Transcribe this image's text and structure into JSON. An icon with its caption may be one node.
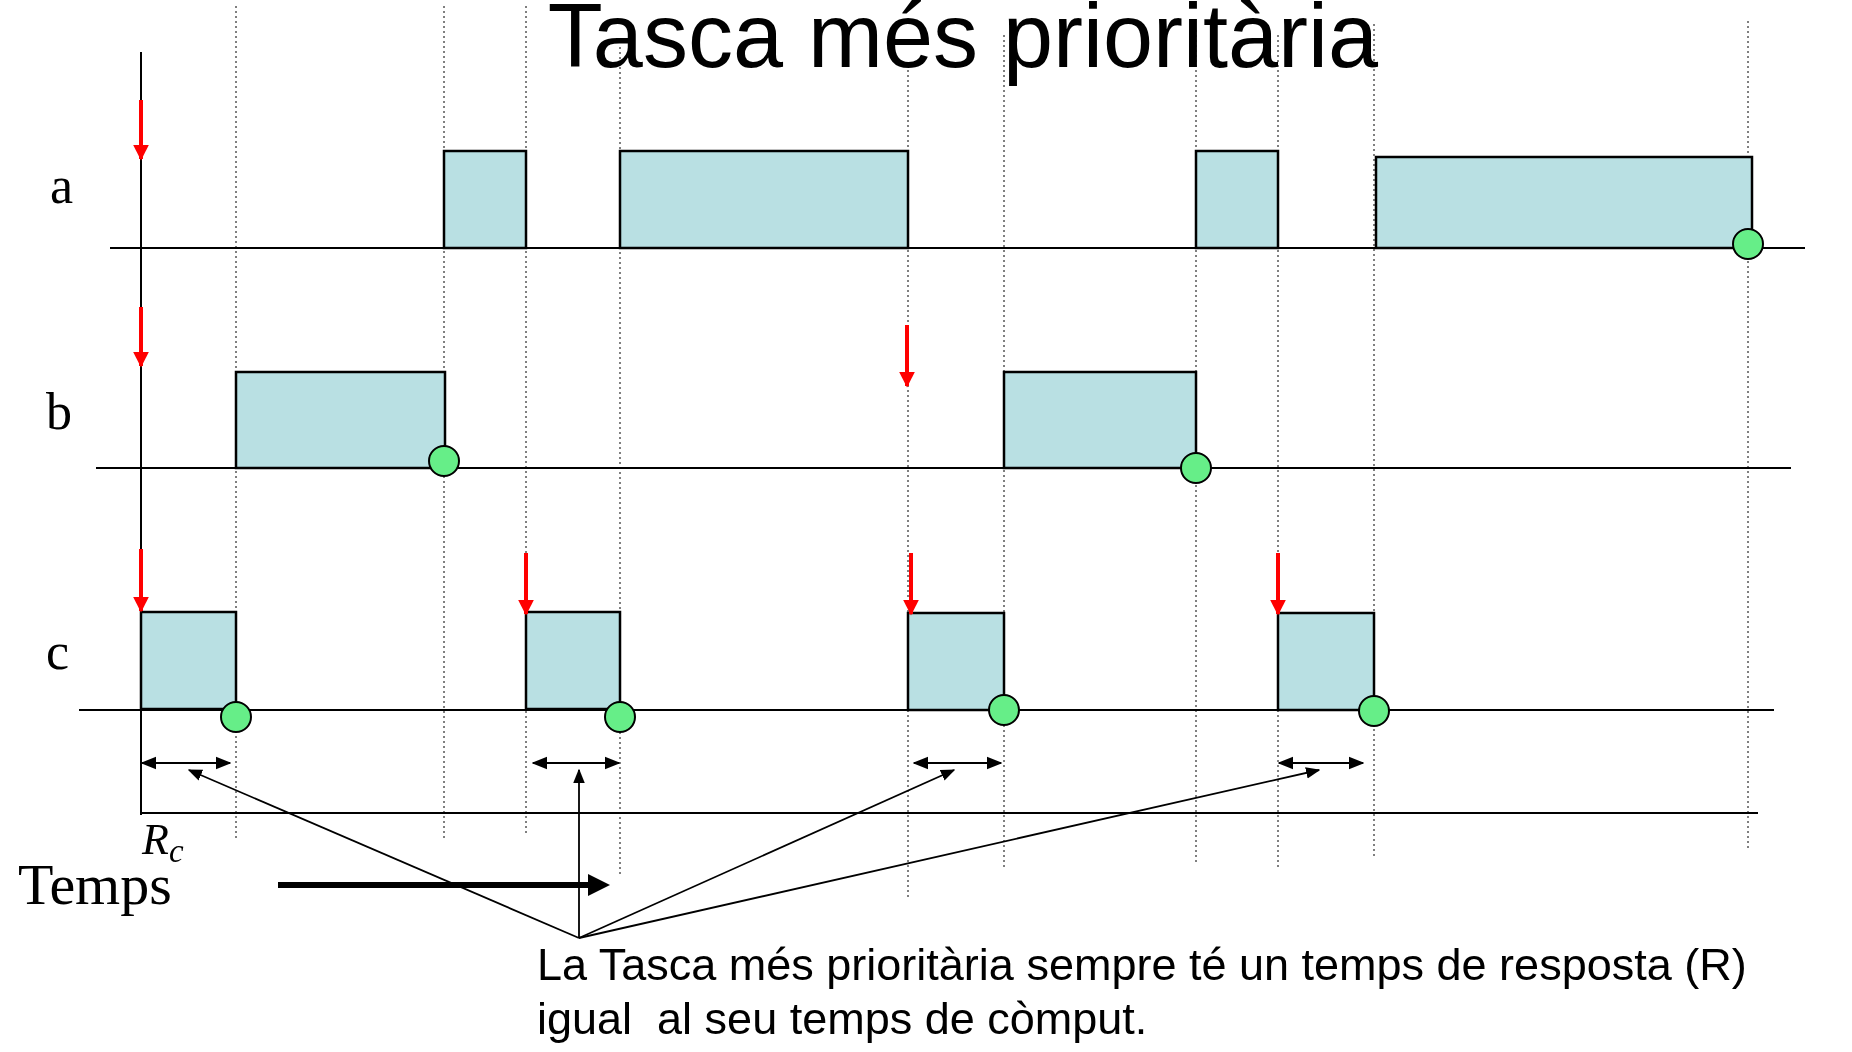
{
  "diagram": {
    "title": "Tasca més prioritària",
    "nodes": [
      {
        "text": [
          "La Tasca més prioritària sempre té un temps de resposta (R) igual  al seu temps de còmput."
        ]
      },
      {
        "text": [],
        "shape": "line"
      },
      {
        "text": [],
        "shape": "line"
      },
      {
        "text": [],
        "shape": "line"
      },
      {
        "text": [],
        "shape": "line"
      }
    ],
    "edges": [
      {
        "from": 0,
        "to": 1,
        "arrow": "to"
      },
      {
        "from": 0,
        "to": 2,
        "arrow": "to"
      },
      {
        "from": 0,
        "to": 3,
        "arrow": "to"
      },
      {
        "from": 0,
        "to": 4,
        "arrow": "to"
      }
    ],
    "labels": [
      "a",
      "b",
      "c",
      "R$_{c}$",
      "Temps"
    ]
  }
}
